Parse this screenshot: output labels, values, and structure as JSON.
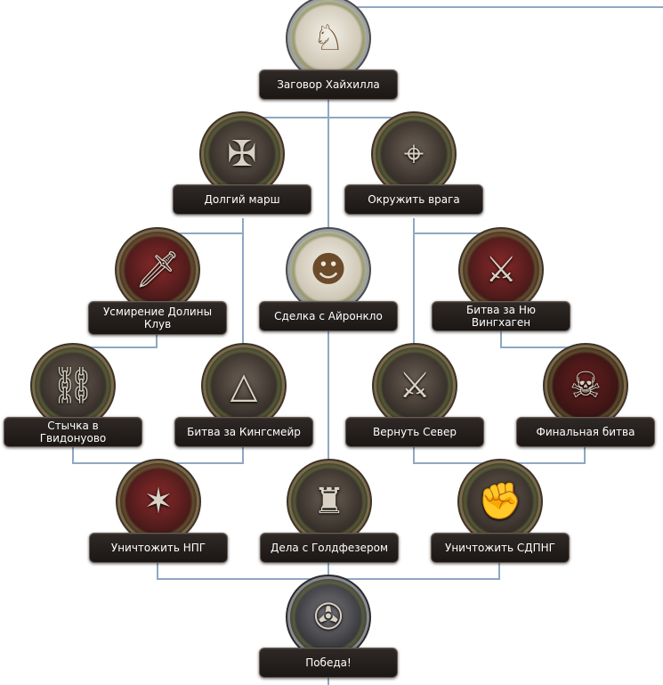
{
  "focuses": [
    {
      "id": "conspiracy",
      "label": "Заговор Хайхилла",
      "icon": "griffon-portrait-icon"
    },
    {
      "id": "long-march",
      "label": "Долгий марш",
      "icon": "sword-cross-icon"
    },
    {
      "id": "encircle",
      "label": "Окружить врага",
      "icon": "compass-crossed-icon"
    },
    {
      "id": "pacify-cloud-valley",
      "label": "Усмирение Долины Клув",
      "icon": "bloody-sword-icon"
    },
    {
      "id": "deal-ironclaw",
      "label": "Сделка с Айронкло",
      "icon": "soldier-portrait-icon"
    },
    {
      "id": "battle-new-wingshagen",
      "label": "Битва за Ню Вингхаген",
      "icon": "bloody-blades-icon"
    },
    {
      "id": "skirmish-gvidonuovo",
      "label": "Стычка в Гвидонуово",
      "icon": "broken-chain-icon"
    },
    {
      "id": "battle-kingsmare",
      "label": "Битва за Кингсмейр",
      "icon": "pyramid-eye-icon"
    },
    {
      "id": "return-north",
      "label": "Вернуть Север",
      "icon": "crossed-swords-icon"
    },
    {
      "id": "final-battle",
      "label": "Финальная битва",
      "icon": "skulls-icon"
    },
    {
      "id": "destroy-npg",
      "label": "Уничтожить НПГ",
      "icon": "red-star-icon"
    },
    {
      "id": "deal-goldfeather",
      "label": "Дела с Голдфезером",
      "icon": "city-icon"
    },
    {
      "id": "destroy-sdpng",
      "label": "Уничтожить СДПНГ",
      "icon": "gauntlet-icon"
    },
    {
      "id": "victory",
      "label": "Победа!",
      "icon": "eagle-emblem-icon"
    }
  ]
}
